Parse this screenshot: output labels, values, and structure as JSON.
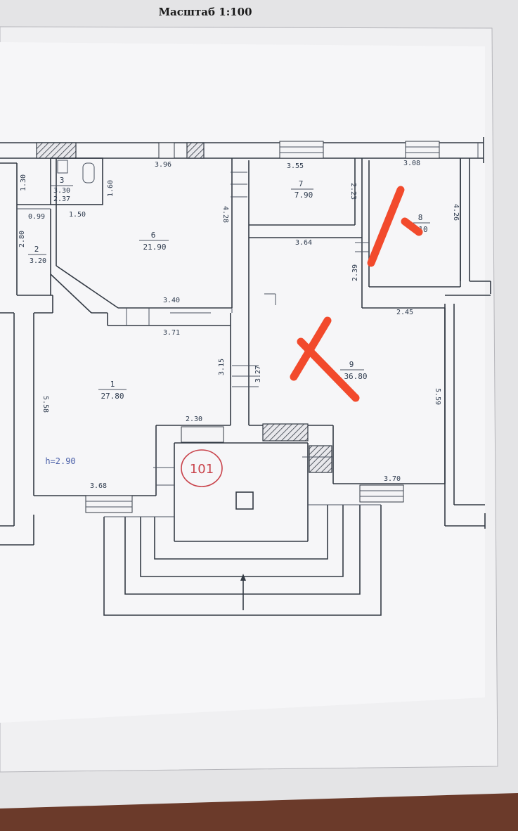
{
  "scale_title": "Масштаб 1:100",
  "ceiling_height": "h=2.90",
  "stamp_number": "101",
  "rooms": [
    {
      "id": "room-1",
      "number": "1",
      "area": "27.80"
    },
    {
      "id": "room-2",
      "number": "2",
      "area": "3.20"
    },
    {
      "id": "room-3",
      "number": "3",
      "area": "3.30",
      "extra": "2.37"
    },
    {
      "id": "room-6",
      "number": "6",
      "area": "21.90"
    },
    {
      "id": "room-7",
      "number": "7",
      "area": "7.90"
    },
    {
      "id": "room-8",
      "number": "8",
      "area": "10"
    },
    {
      "id": "room-9",
      "number": "9",
      "area": "36.80"
    }
  ],
  "dimensions": [
    "1.30",
    "1.60",
    "3.96",
    "3.55",
    "3.08",
    "0.99",
    "1.50",
    "2.23",
    "4.28",
    "4.26",
    "2.80",
    "3.64",
    "2.39",
    "3.40",
    "2.45",
    "3.71",
    "3.15",
    "3.27",
    "5.58",
    "5.59",
    "2.30",
    "3.68",
    "3.70"
  ],
  "annotations": {
    "mark_color": "#f24a2c"
  },
  "colors": {
    "ink": "#333a44",
    "paper": "#f4f4f6",
    "stamp": "#c9434b",
    "handwriting": "#4a5fa8"
  }
}
